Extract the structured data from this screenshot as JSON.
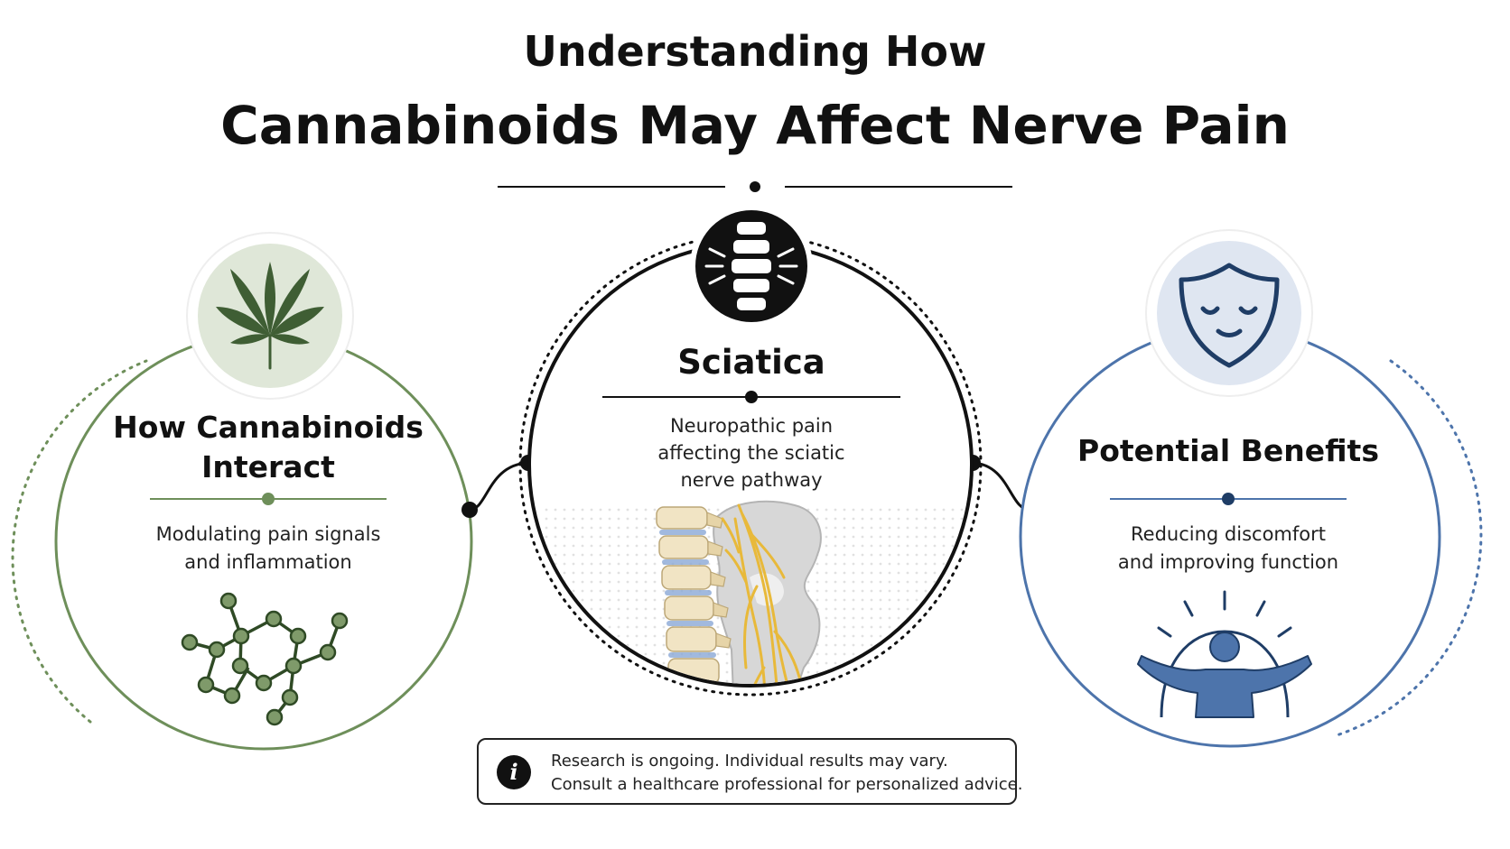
{
  "title": {
    "line1": "Understanding How",
    "line2": "Cannabinoids May Affect Nerve Pain"
  },
  "colors": {
    "ink": "#111111",
    "green": "#6e8f5a",
    "green_dark": "#3f5e34",
    "green_light": "#dfe7d8",
    "blue": "#4d74ab",
    "blue_dark": "#1f3d66",
    "blue_light": "#dfe6f1",
    "nerve_yellow": "#e8b93a",
    "bone": "#f1e4c4"
  },
  "panels": {
    "left": {
      "icon": "cannabis-leaf-icon",
      "heading_line1": "How Cannabinoids",
      "heading_line2": "Interact",
      "desc_line1": "Modulating pain signals",
      "desc_line2": "and inflammation",
      "illustration": "molecule-icon"
    },
    "center": {
      "icon": "spine-pain-icon",
      "heading": "Sciatica",
      "desc_line1": "Neuropathic pain",
      "desc_line2": "affecting the sciatic",
      "desc_line3": "nerve pathway",
      "illustration": "sciatic-nerve-illustration"
    },
    "right": {
      "icon": "calm-shield-icon",
      "heading": "Potential Benefits",
      "desc_line1": "Reducing discomfort",
      "desc_line2": "and improving function",
      "illustration": "relieved-person-icon"
    }
  },
  "note": {
    "icon": "info-icon",
    "glyph": "i",
    "line1": "Research is ongoing. Individual results may vary.",
    "line2": "Consult a healthcare professional for personalized advice."
  }
}
